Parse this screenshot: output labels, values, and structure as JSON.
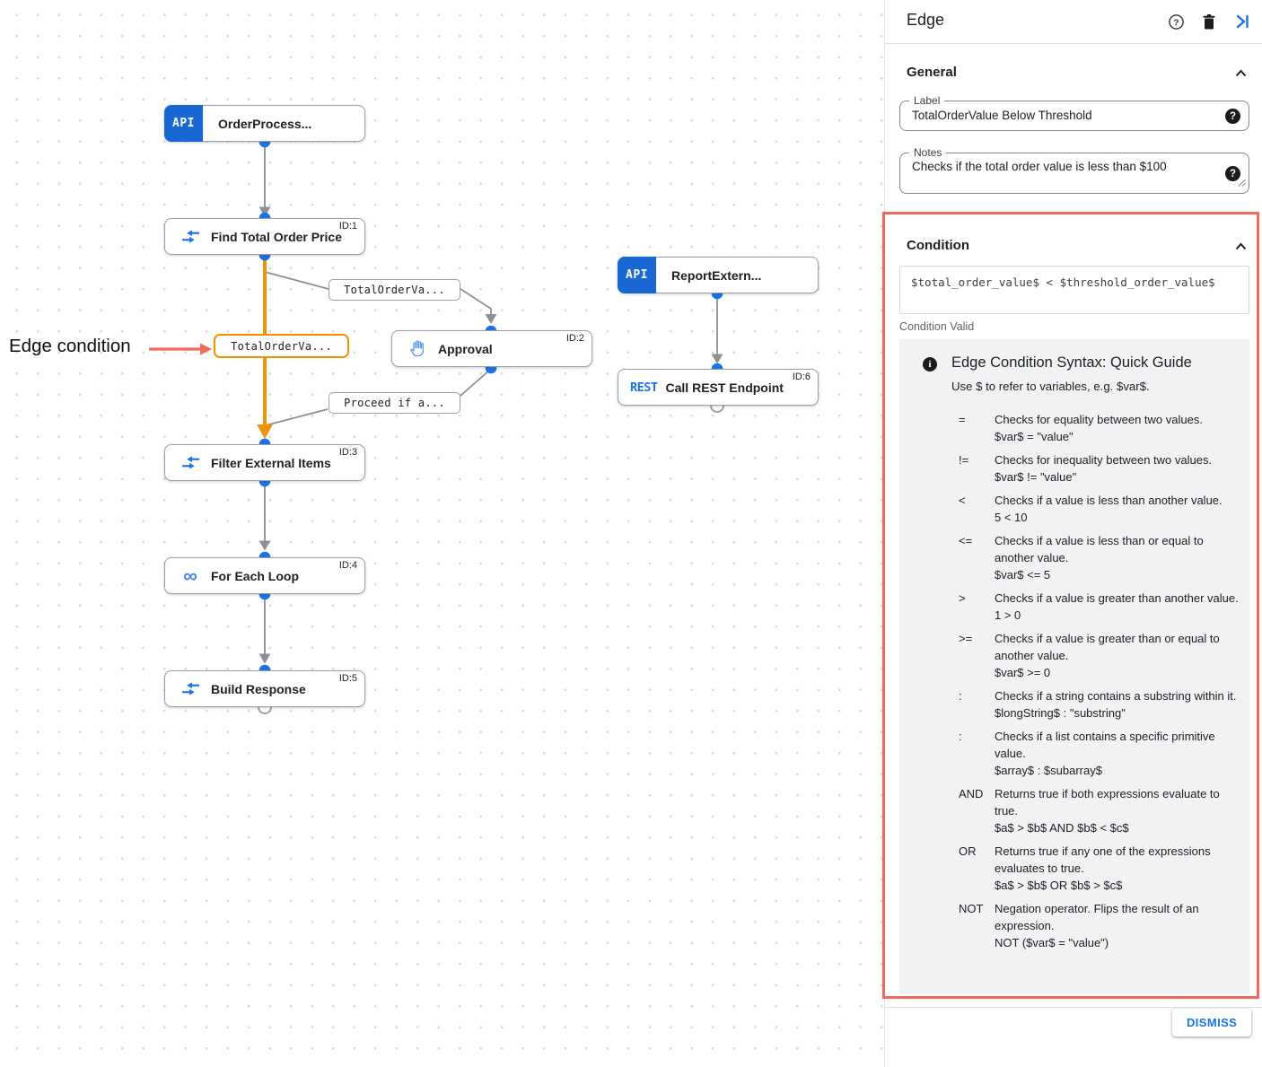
{
  "annotation": {
    "label": "Edge condition",
    "color": "#f4685c"
  },
  "canvas": {
    "nodes": [
      {
        "key": "order-process",
        "label": "OrderProcess...",
        "icon": "api-badge",
        "id_label": ""
      },
      {
        "key": "find-total-order-price",
        "label": "Find Total Order Price",
        "icon": "data-mapping",
        "id_label": "ID:1"
      },
      {
        "key": "approval",
        "label": "Approval",
        "icon": "hand",
        "id_label": "ID:2"
      },
      {
        "key": "report-extern",
        "label": "ReportExtern...",
        "icon": "api-badge",
        "id_label": ""
      },
      {
        "key": "call-rest-endpoint",
        "label": "Call REST Endpoint",
        "icon": "rest-badge",
        "id_label": "ID:6"
      },
      {
        "key": "filter-external-items",
        "label": "Filter External Items",
        "icon": "data-mapping",
        "id_label": "ID:3"
      },
      {
        "key": "for-each-loop",
        "label": "For Each Loop",
        "icon": "loop",
        "id_label": "ID:4"
      },
      {
        "key": "build-response",
        "label": "Build Response",
        "icon": "data-mapping",
        "id_label": "ID:5"
      }
    ],
    "edge_labels": [
      {
        "key": "to-approval",
        "text": "TotalOrderVa...",
        "selected": false
      },
      {
        "key": "selected-edge",
        "text": "TotalOrderVa...",
        "selected": true
      },
      {
        "key": "from-approval",
        "text": "Proceed if a...",
        "selected": false
      }
    ]
  },
  "panel": {
    "header": {
      "title": "Edge"
    },
    "general": {
      "title": "General",
      "label_field": {
        "label": "Label",
        "value": "TotalOrderValue Below Threshold"
      },
      "notes_field": {
        "label": "Notes",
        "value": "Checks if the total order value is less than $100"
      }
    },
    "condition": {
      "title": "Condition",
      "expression": "$total_order_value$ < $threshold_order_value$",
      "status": "Condition Valid",
      "guide": {
        "title": "Edge Condition Syntax: Quick Guide",
        "subtitle": "Use $ to refer to variables, e.g. $var$.",
        "rows": [
          {
            "op": "=",
            "desc": "Checks for equality between two values.",
            "example": "$var$ = \"value\""
          },
          {
            "op": "!=",
            "desc": "Checks for inequality between two values.",
            "example": "$var$ != \"value\""
          },
          {
            "op": "<",
            "desc": "Checks if a value is less than another value.",
            "example": "5 < 10"
          },
          {
            "op": "<=",
            "desc": "Checks if a value is less than or equal to another value.",
            "example": "$var$ <= 5"
          },
          {
            "op": ">",
            "desc": "Checks if a value is greater than another value.",
            "example": "1 > 0"
          },
          {
            "op": ">=",
            "desc": "Checks if a value is greater than or equal to another value.",
            "example": "$var$ >= 0"
          },
          {
            "op": ":",
            "desc": "Checks if a string contains a substring within it.",
            "example": "$longString$ : \"substring\""
          },
          {
            "op": ":",
            "desc": "Checks if a list contains a specific primitive value.",
            "example": "$array$ : $subarray$"
          },
          {
            "op": "AND",
            "desc": "Returns true if both expressions evaluate to true.",
            "example": "$a$ > $b$ AND $b$ < $c$"
          },
          {
            "op": "OR",
            "desc": "Returns true if any one of the expressions evaluates to true.",
            "example": "$a$ > $b$ OR $b$ > $c$"
          },
          {
            "op": "NOT",
            "desc": "Negation operator. Flips the result of an expression.",
            "example": "NOT ($var$ = \"value\")"
          }
        ]
      }
    },
    "footer": {
      "dismiss_label": "DISMISS"
    }
  },
  "colors": {
    "accent": "#1a73e8",
    "selected_edge": "#f29100",
    "annotation": "#f4685c"
  }
}
